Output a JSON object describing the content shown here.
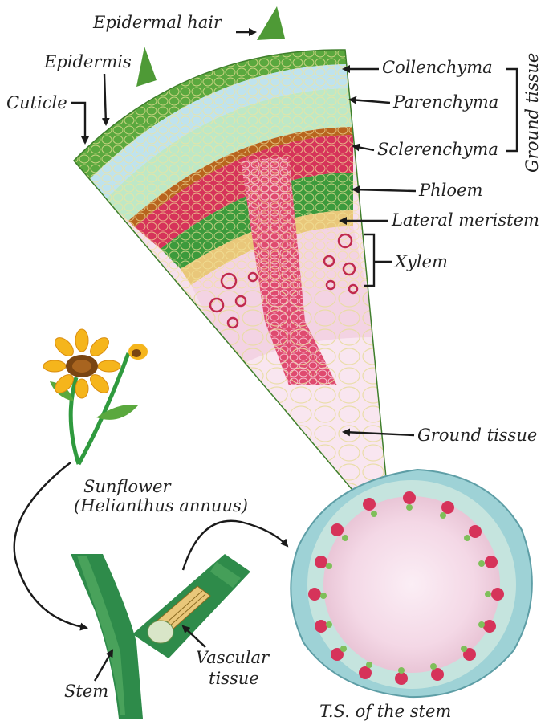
{
  "labels": {
    "epidermal_hair": "Epidermal hair",
    "epidermis": "Epidermis",
    "cuticle": "Cuticle",
    "collenchyma": "Collenchyma",
    "parenchyma": "Parenchyma",
    "sclerenchyma": "Sclerenchyma",
    "ground_tissue_bracket": "Ground tissue",
    "phloem": "Phloem",
    "lateral_meristem": "Lateral meristem",
    "xylem": "Xylem",
    "ground_tissue": "Ground tissue",
    "sunflower": "Sunflower",
    "sunflower_latin": "(Helianthus annuus)",
    "stem": "Stem",
    "vascular_tissue_1": "Vascular",
    "vascular_tissue_2": "tissue",
    "ts_stem": "T.S. of the stem"
  },
  "colors": {
    "epidermis": "#5aa83e",
    "collenchyma": "#bfe3ee",
    "parenchyma": "#bde8c7",
    "sclerenchyma": "#b8641e",
    "phloem_red": "#d6335a",
    "phloem_green": "#3c9a3c",
    "meristem": "#e9c77a",
    "xylem": "#f3d3e3",
    "pith": "#f7e1ee",
    "stem_green": "#2e8b4a"
  }
}
